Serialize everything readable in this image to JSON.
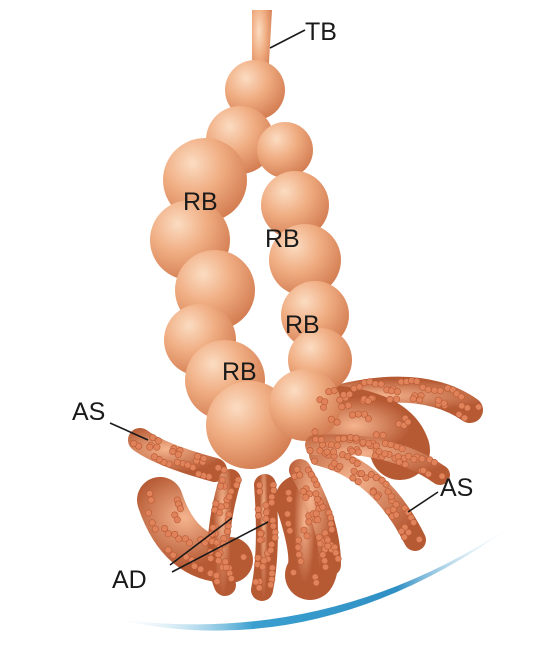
{
  "labels": {
    "tb": "TB",
    "rb_1": "RB",
    "rb_2": "RB",
    "rb_3": "RB",
    "rb_4": "RB",
    "as_left": "AS",
    "as_right": "AS",
    "ad": "AD"
  },
  "colors": {
    "tissue_light": "#f6c29d",
    "tissue_mid": "#ea9a6c",
    "tissue_dark": "#c8663d",
    "alveoli": "#e0825a",
    "alveoli_dark": "#b85a35",
    "swoosh": "#3a9fcf",
    "label_text": "#1a1a1a"
  }
}
